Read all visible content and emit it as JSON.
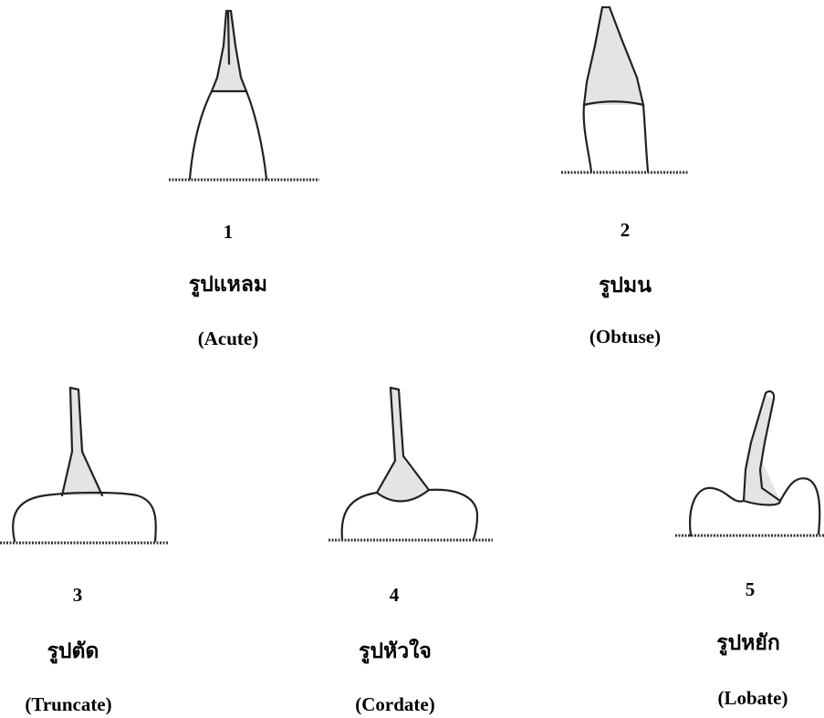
{
  "items": [
    {
      "number": "1",
      "thai": "รูปแหลม",
      "english": "(Acute)"
    },
    {
      "number": "2",
      "thai": "รูปมน",
      "english": "(Obtuse)"
    },
    {
      "number": "3",
      "thai": "รูปตัด",
      "english": "(Truncate)"
    },
    {
      "number": "4",
      "thai": "รูปหัวใจ",
      "english": "(Cordate)"
    },
    {
      "number": "5",
      "thai": "รูปหยัก",
      "english": "(Lobate)"
    }
  ]
}
